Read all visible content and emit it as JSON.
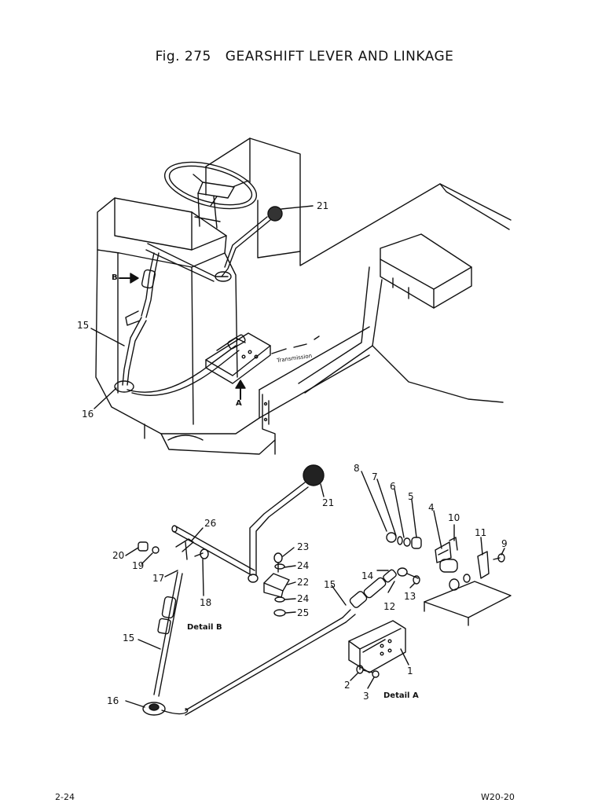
{
  "title": {
    "fig": "Fig. 275",
    "text": "GEARSHIFT LEVER AND LINKAGE"
  },
  "overview_labels": {
    "p21": "21",
    "p15": "15",
    "p16": "16",
    "view_b": "B",
    "view_a": "A",
    "transmission": "Transmission"
  },
  "detail_b": {
    "caption": "Detail B",
    "parts": {
      "p15": "15",
      "p16": "16",
      "p17": "17",
      "p18": "18",
      "p19": "19",
      "p20": "20",
      "p21": "21",
      "p22": "22",
      "p23": "23",
      "p24a": "24",
      "p24b": "24",
      "p25": "25",
      "p26": "26"
    }
  },
  "detail_a": {
    "caption": "Detail A",
    "parts": {
      "p1": "1",
      "p2": "2",
      "p3": "3",
      "p4": "4",
      "p5": "5",
      "p6": "6",
      "p7": "7",
      "p8": "8",
      "p9": "9",
      "p10": "10",
      "p11": "11",
      "p12": "12",
      "p13": "13",
      "p14": "14",
      "p15": "15"
    }
  },
  "footer": {
    "page": "2-24",
    "model": "W20-20"
  }
}
